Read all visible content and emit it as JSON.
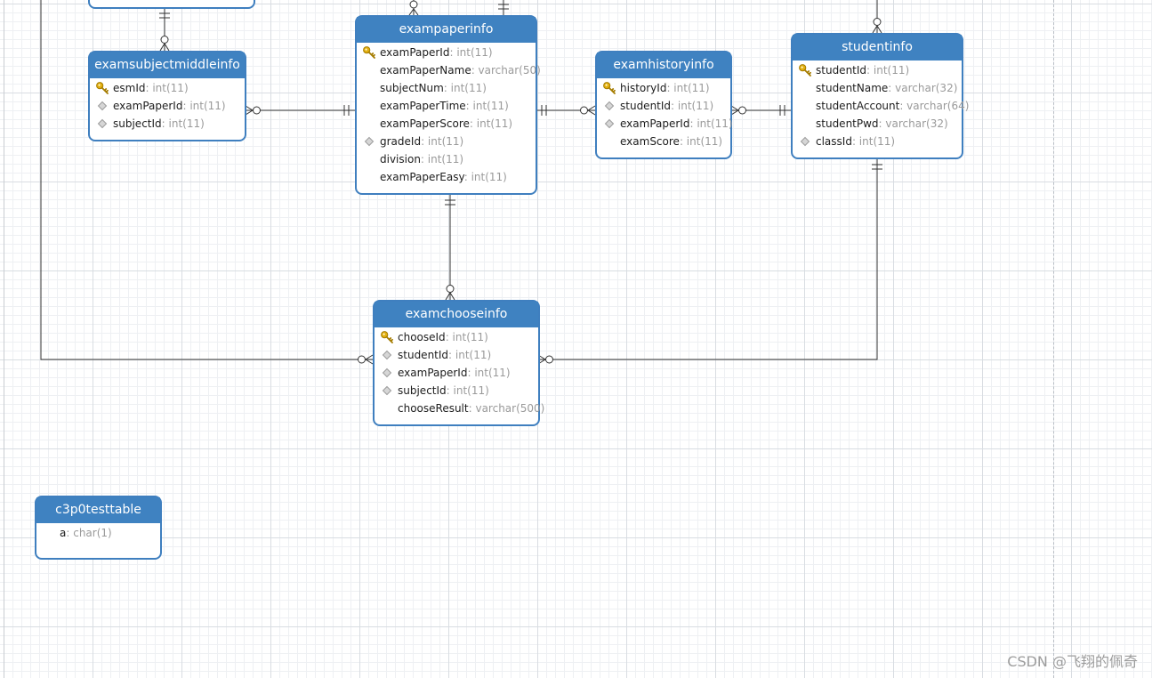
{
  "diagram": {
    "entities": [
      {
        "key": "examsubjectmiddleinfo",
        "name": "examsubjectmiddleinfo",
        "fields": [
          {
            "name": "esmId",
            "type": ": int(11)",
            "icon": "key-icon"
          },
          {
            "name": "examPaperId",
            "type": ": int(11)",
            "icon": "diamond-icon"
          },
          {
            "name": "subjectId",
            "type": ": int(11)",
            "icon": "diamond-icon"
          }
        ]
      },
      {
        "key": "exampaperinfo",
        "name": "exampaperinfo",
        "fields": [
          {
            "name": "examPaperId",
            "type": ": int(11)",
            "icon": "key-icon"
          },
          {
            "name": "examPaperName",
            "type": ": varchar(50)",
            "icon": "none"
          },
          {
            "name": "subjectNum",
            "type": ": int(11)",
            "icon": "none"
          },
          {
            "name": "examPaperTime",
            "type": ": int(11)",
            "icon": "none"
          },
          {
            "name": "examPaperScore",
            "type": ": int(11)",
            "icon": "none"
          },
          {
            "name": "gradeId",
            "type": ": int(11)",
            "icon": "diamond-icon"
          },
          {
            "name": "division",
            "type": ": int(11)",
            "icon": "none"
          },
          {
            "name": "examPaperEasy",
            "type": ": int(11)",
            "icon": "none"
          }
        ]
      },
      {
        "key": "examhistoryinfo",
        "name": "examhistoryinfo",
        "fields": [
          {
            "name": "historyId",
            "type": ": int(11)",
            "icon": "key-icon"
          },
          {
            "name": "studentId",
            "type": ": int(11)",
            "icon": "diamond-icon"
          },
          {
            "name": "examPaperId",
            "type": ": int(11)",
            "icon": "diamond-icon"
          },
          {
            "name": "examScore",
            "type": ": int(11)",
            "icon": "none"
          }
        ]
      },
      {
        "key": "studentinfo",
        "name": "studentinfo",
        "fields": [
          {
            "name": "studentId",
            "type": ": int(11)",
            "icon": "key-icon"
          },
          {
            "name": "studentName",
            "type": ": varchar(32)",
            "icon": "none"
          },
          {
            "name": "studentAccount",
            "type": ": varchar(64)",
            "icon": "none"
          },
          {
            "name": "studentPwd",
            "type": ": varchar(32)",
            "icon": "none"
          },
          {
            "name": "classId",
            "type": ": int(11)",
            "icon": "diamond-icon"
          }
        ]
      },
      {
        "key": "examchooseinfo",
        "name": "examchooseinfo",
        "fields": [
          {
            "name": "chooseId",
            "type": ": int(11)",
            "icon": "key-icon"
          },
          {
            "name": "studentId",
            "type": ": int(11)",
            "icon": "diamond-icon"
          },
          {
            "name": "examPaperId",
            "type": ": int(11)",
            "icon": "diamond-icon"
          },
          {
            "name": "subjectId",
            "type": ": int(11)",
            "icon": "diamond-icon"
          },
          {
            "name": "chooseResult",
            "type": ": varchar(500)",
            "icon": "none"
          }
        ]
      },
      {
        "key": "c3p0testtable",
        "name": "c3p0testtable",
        "fields": [
          {
            "name": "a",
            "type": ": char(1)",
            "icon": "none"
          }
        ]
      }
    ],
    "relations": [
      {
        "from": "examsubjectmiddleinfo",
        "to": "exampaperinfo",
        "from_end": "many-optional",
        "to_end": "one-mandatory"
      },
      {
        "from": "exampaperinfo",
        "to": "examhistoryinfo",
        "from_end": "one-mandatory",
        "to_end": "many-optional"
      },
      {
        "from": "examhistoryinfo",
        "to": "studentinfo",
        "from_end": "many-optional",
        "to_end": "one-mandatory"
      },
      {
        "from": "exampaperinfo",
        "to": "examchooseinfo",
        "from_end": "one-mandatory",
        "to_end": "many-optional"
      },
      {
        "from": "studentinfo",
        "to": "examchooseinfo",
        "from_end": "one-mandatory",
        "to_end": "many-optional"
      },
      {
        "from": "off-canvas-left",
        "to": "examchooseinfo",
        "from_end": "none",
        "to_end": "many-optional"
      },
      {
        "from": "off-canvas-top",
        "to": "examsubjectmiddleinfo",
        "from_end": "one-mandatory",
        "to_end": "many-optional"
      },
      {
        "from": "off-canvas-top",
        "to": "exampaperinfo",
        "from_end": "one-mandatory",
        "to_end": "many-optional"
      },
      {
        "from": "off-canvas-top",
        "to": "studentinfo",
        "from_end": "one-mandatory",
        "to_end": "many-optional"
      }
    ],
    "colors": {
      "entity_header": "#3f82c1",
      "entity_border": "#3f7fbf",
      "field_type": "#9a9a9a",
      "relation_line": "#333333",
      "key_icon": "#e3b010",
      "diamond_icon": "#cfcfcf"
    }
  },
  "watermark": {
    "text": "CSDN @飞翔的佩奇"
  }
}
